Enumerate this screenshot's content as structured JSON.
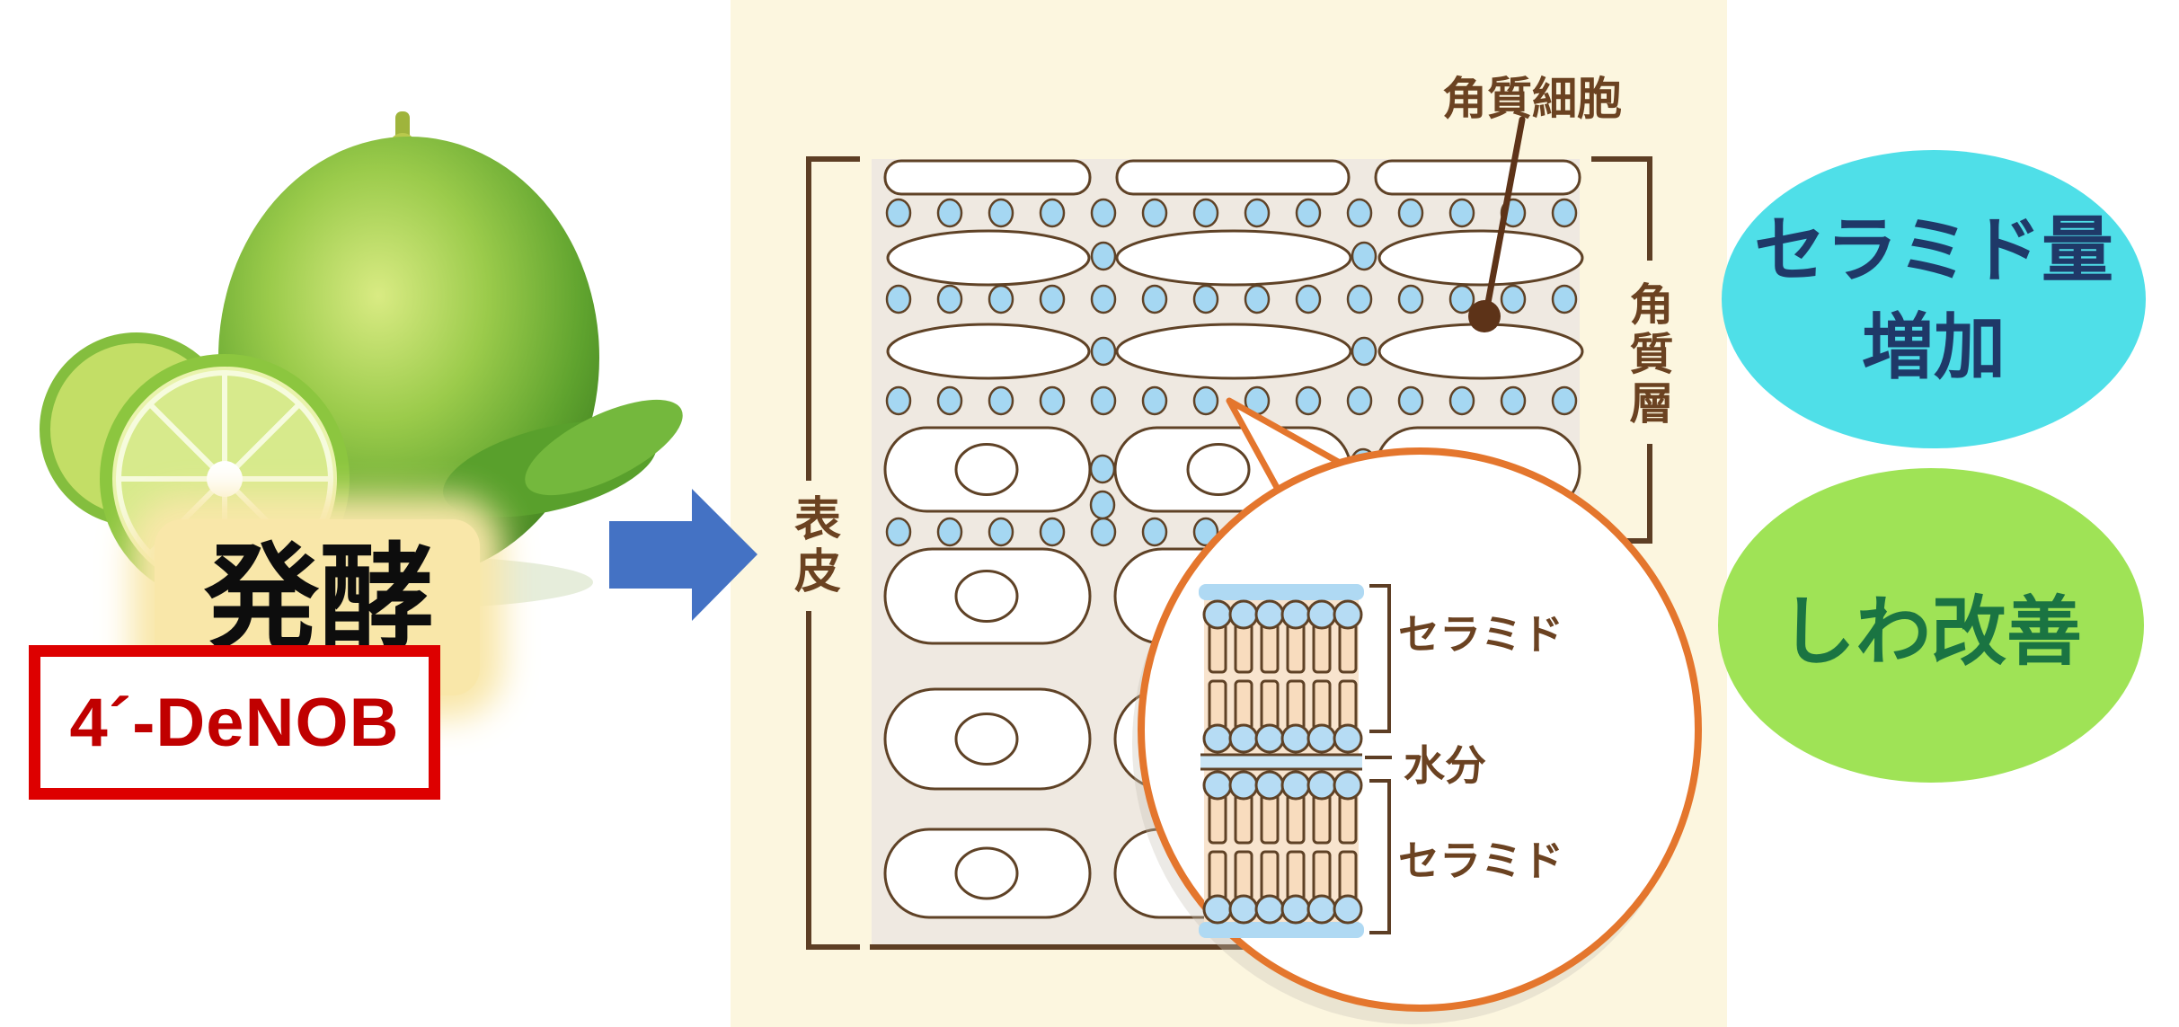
{
  "source": {
    "image": "lime-fruit-with-two-slices",
    "fermentation": "発酵",
    "compound": "4´-DeNOB"
  },
  "skin_diagram": {
    "corneocyte": "角質細胞",
    "stratum_corneum": "角質層",
    "epidermis": "表皮",
    "inset": {
      "ceramide_top": "セラミド",
      "moisture": "水分",
      "ceramide_bottom": "セラミド"
    }
  },
  "effects": {
    "ceramide_increase_line1": "セラミド量",
    "ceramide_increase_line2": "増加",
    "wrinkle_improvement": "しわ改善"
  },
  "colors": {
    "panel_cream": "#FCF6DF",
    "diagram_background": "#EFE9E1",
    "outline_brown": "#5F4226",
    "label_brown": "#6B4221",
    "dot_blue": "#A5D7F2",
    "magnifier_orange": "#E4762D",
    "lipid_head_blue": "#B6DCF4",
    "lipid_tail_peach": "#F8E3CB",
    "accent_cyan": "#4FDFE8",
    "effect_navy": "#1F3968",
    "accent_green": "#9FE356",
    "effect_dark_green": "#1A7442",
    "box_red": "#DD0000",
    "compound_red": "#C00000",
    "arrow_blue": "#4472C4",
    "glow_yellow": "#F9E7A9"
  }
}
